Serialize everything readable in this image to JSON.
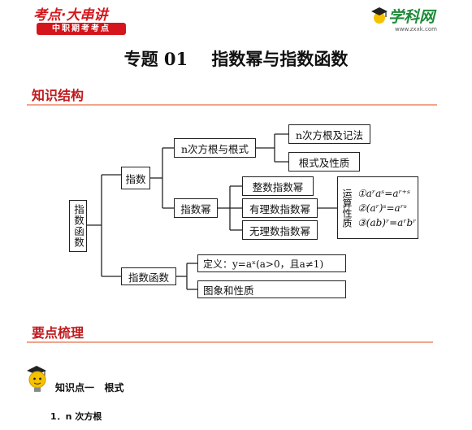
{
  "header": {
    "left_logo_title": "考点·大串讲",
    "left_logo_subtitle": "中职期考考点",
    "right_logo_name": "学科网",
    "right_logo_url": "www.zxxk.com",
    "colors": {
      "brand_red": "#d4161c",
      "brand_green": "#1e8c3a",
      "section_rule": "#f0a58b"
    }
  },
  "title": "专题 01    指数幂与指数函数",
  "sections": {
    "knowledge_structure": "知识结构",
    "key_points": "要点梳理"
  },
  "diagram": {
    "root": "指数函数",
    "exponent": "指数",
    "nth_root": "n次方根与根式",
    "nth_root_notation": "n次方根及记法",
    "radical_properties": "根式及性质",
    "exponent_power": "指数幂",
    "integer_power": "整数指数幂",
    "rational_power": "有理数指数幂",
    "irrational_power": "无理数指数幂",
    "operation_properties": "运算性质",
    "rules": [
      "①aʳaˢ=aʳ⁺ˢ",
      "②(aʳ)ˢ=aʳˢ",
      "③(ab)ʳ=aʳbʳ"
    ],
    "exponential_function": "指数函数",
    "definition": "定义：y=aˣ(a>0，且a≠1)",
    "graph_properties": "图象和性质"
  },
  "knowledge_point": "知识点一   根式",
  "item_1": "1．n 次方根"
}
